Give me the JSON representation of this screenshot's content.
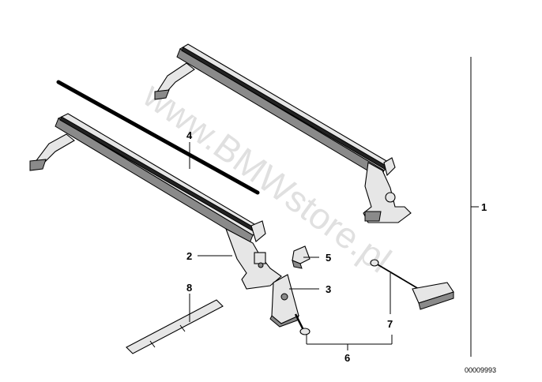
{
  "diagram": {
    "watermark": "www.BMWstore.pl",
    "document_number": "00009993",
    "callouts": {
      "c1": "1",
      "c2": "2",
      "c3": "3",
      "c4": "4",
      "c5": "5",
      "c6": "6",
      "c7": "7",
      "c8": "8"
    }
  }
}
